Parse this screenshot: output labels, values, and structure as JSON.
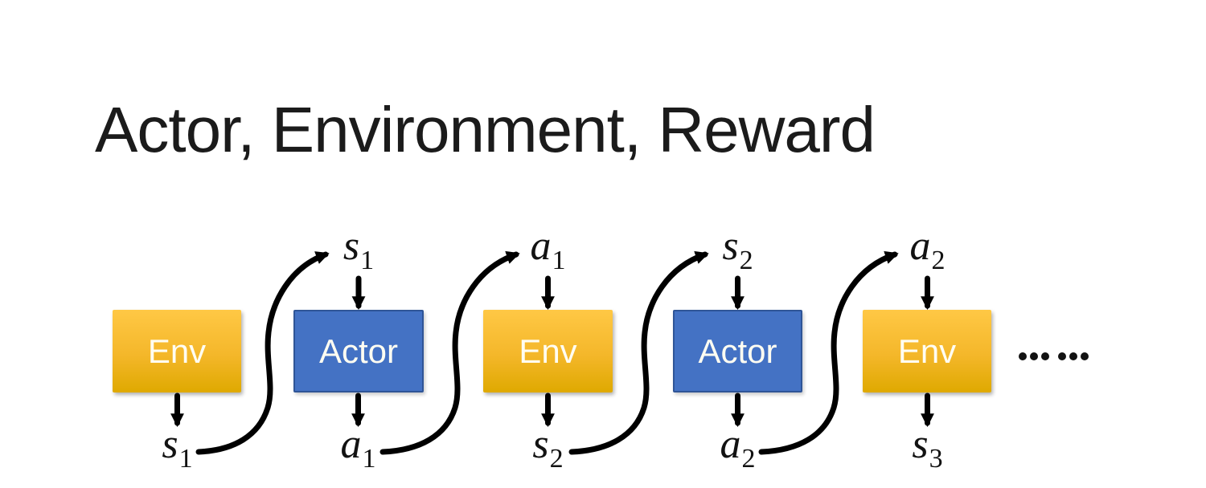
{
  "title": "Actor, Environment, Reward",
  "boxes": [
    {
      "label": "Env",
      "type": "environment"
    },
    {
      "label": "Actor",
      "type": "actor"
    },
    {
      "label": "Env",
      "type": "environment"
    },
    {
      "label": "Actor",
      "type": "actor"
    },
    {
      "label": "Env",
      "type": "environment"
    }
  ],
  "top_labels": [
    {
      "letter": "s",
      "sub": "1"
    },
    {
      "letter": "a",
      "sub": "1"
    },
    {
      "letter": "s",
      "sub": "2"
    },
    {
      "letter": "a",
      "sub": "2"
    }
  ],
  "bottom_labels": [
    {
      "letter": "s",
      "sub": "1"
    },
    {
      "letter": "a",
      "sub": "1"
    },
    {
      "letter": "s",
      "sub": "2"
    },
    {
      "letter": "a",
      "sub": "2"
    },
    {
      "letter": "s",
      "sub": "3"
    }
  ],
  "ellipsis": "……",
  "colors": {
    "env_top": "#FFC845",
    "env_bottom": "#DFA900",
    "actor_fill": "#4472C4",
    "actor_border": "#2F5597",
    "box_text": "#FFFDF2",
    "arrow": "#000000",
    "title_text": "#1B1B1B"
  }
}
